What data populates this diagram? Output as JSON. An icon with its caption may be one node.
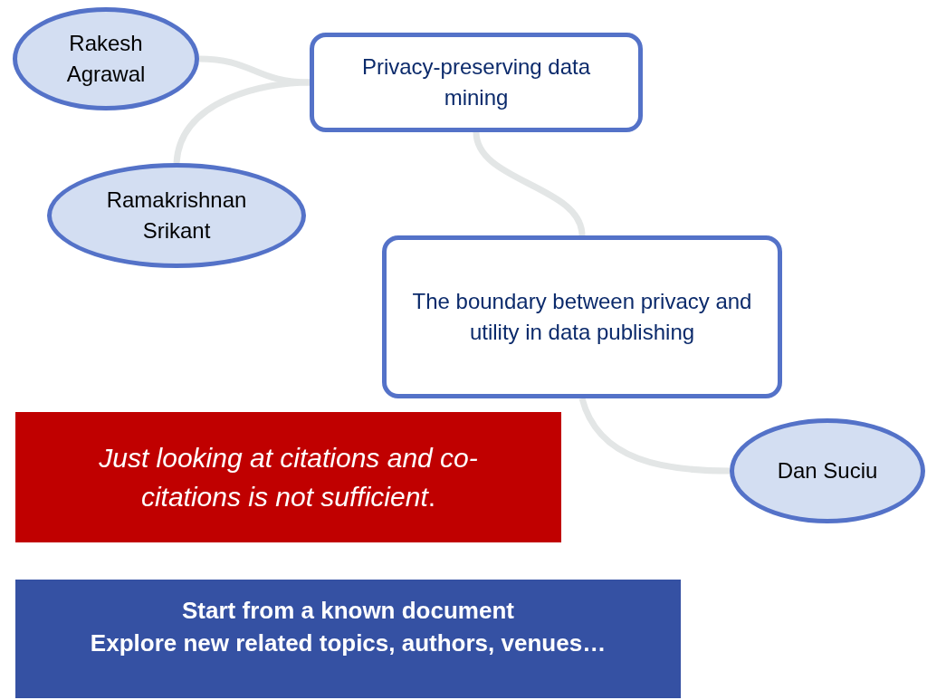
{
  "diagram": {
    "nodes": [
      {
        "text": [
          "Rakesh Agrawal"
        ]
      },
      {
        "text": [
          "Privacy-preserving data mining"
        ]
      },
      {
        "text": [
          "Ramakrishnan Srikant"
        ]
      },
      {
        "text": [
          "The boundary between privacy and utility in data publishing"
        ]
      },
      {
        "text": [
          "Dan Suciu"
        ]
      },
      {
        "text": [
          "*Just looking at citations and co-citations is not sufficient*."
        ]
      },
      {
        "text": [
          "Start from a known document",
          "Explore new related topics, authors, venues…"
        ]
      }
    ],
    "edges": [
      {
        "from": 0,
        "to": 1,
        "arrow": "none"
      },
      {
        "from": 2,
        "to": 1,
        "arrow": "none"
      },
      {
        "from": 1,
        "to": 3,
        "arrow": "none"
      },
      {
        "from": 3,
        "to": 4,
        "arrow": "none"
      }
    ]
  }
}
